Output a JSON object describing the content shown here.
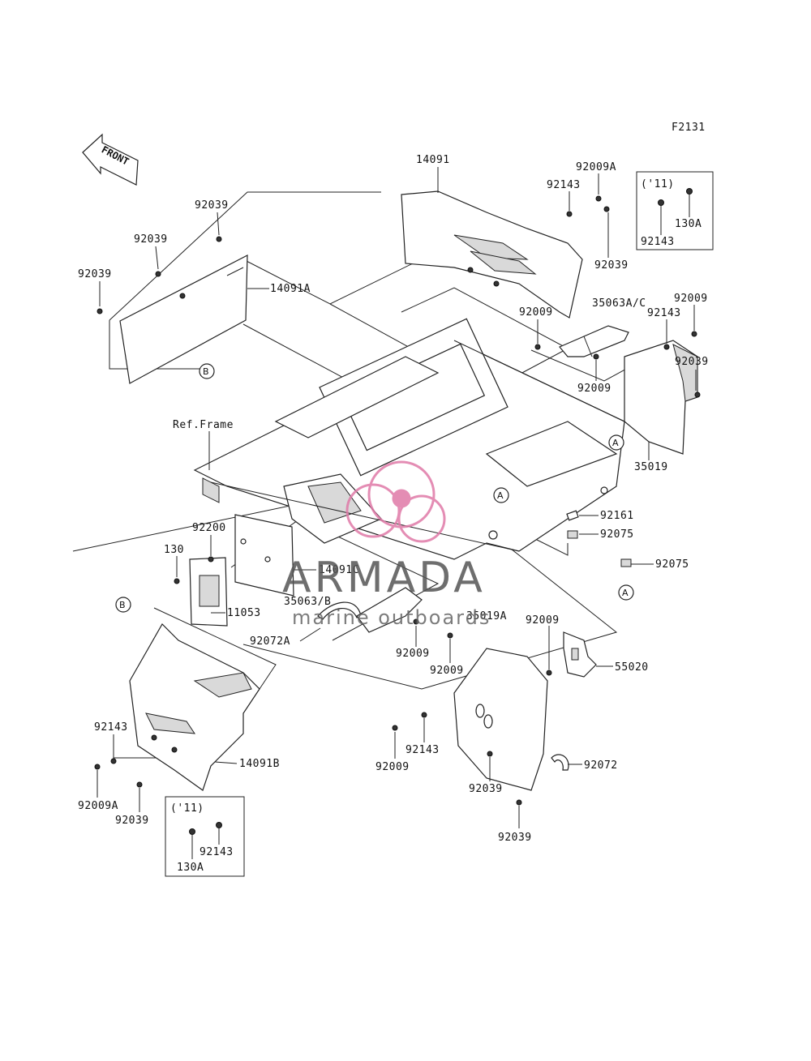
{
  "diagram_code": "F2131",
  "direction_label": "FRONT",
  "ref_frame_label": "Ref.Frame",
  "watermark": {
    "name": "ARMADA",
    "tagline": "marine outboards",
    "logo_color": "#e07aa8"
  },
  "callouts": [
    {
      "id": "c1",
      "text": "14091"
    },
    {
      "id": "c2",
      "text": "92009A"
    },
    {
      "id": "c3",
      "text": "92143"
    },
    {
      "id": "c4",
      "text": "92039"
    },
    {
      "id": "c5",
      "text": "92039"
    },
    {
      "id": "c6",
      "text": "92039"
    },
    {
      "id": "c7",
      "text": "14091A"
    },
    {
      "id": "c8",
      "text": "92039"
    },
    {
      "id": "c9",
      "text": "35063A/C"
    },
    {
      "id": "c10",
      "text": "92009"
    },
    {
      "id": "c11",
      "text": "92143"
    },
    {
      "id": "c12",
      "text": "92009"
    },
    {
      "id": "c13",
      "text": "92039"
    },
    {
      "id": "c14",
      "text": "92009"
    },
    {
      "id": "c15",
      "text": "35019"
    },
    {
      "id": "c16",
      "text": "92161"
    },
    {
      "id": "c17",
      "text": "92075"
    },
    {
      "id": "c18",
      "text": "92075"
    },
    {
      "id": "c19",
      "text": "92200"
    },
    {
      "id": "c20",
      "text": "130"
    },
    {
      "id": "c21",
      "text": "14091C"
    },
    {
      "id": "c22",
      "text": "35063/B"
    },
    {
      "id": "c23",
      "text": "11053"
    },
    {
      "id": "c24",
      "text": "92072A"
    },
    {
      "id": "c25",
      "text": "35019A"
    },
    {
      "id": "c26",
      "text": "92009"
    },
    {
      "id": "c27",
      "text": "92009"
    },
    {
      "id": "c28",
      "text": "92009"
    },
    {
      "id": "c29",
      "text": "55020"
    },
    {
      "id": "c30",
      "text": "92143"
    },
    {
      "id": "c31",
      "text": "92009A"
    },
    {
      "id": "c32",
      "text": "92039"
    },
    {
      "id": "c33",
      "text": "14091B"
    },
    {
      "id": "c34",
      "text": "92009"
    },
    {
      "id": "c35",
      "text": "92143"
    },
    {
      "id": "c36",
      "text": "92039"
    },
    {
      "id": "c37",
      "text": "92072"
    },
    {
      "id": "c38",
      "text": "92039"
    }
  ],
  "inset_top": {
    "year": "('11)",
    "part_a": "130A",
    "part_b": "92143"
  },
  "inset_bottom": {
    "year": "('11)",
    "part_a": "92143",
    "part_b": "130A"
  },
  "reference_markers": {
    "a": "A",
    "b": "B"
  }
}
